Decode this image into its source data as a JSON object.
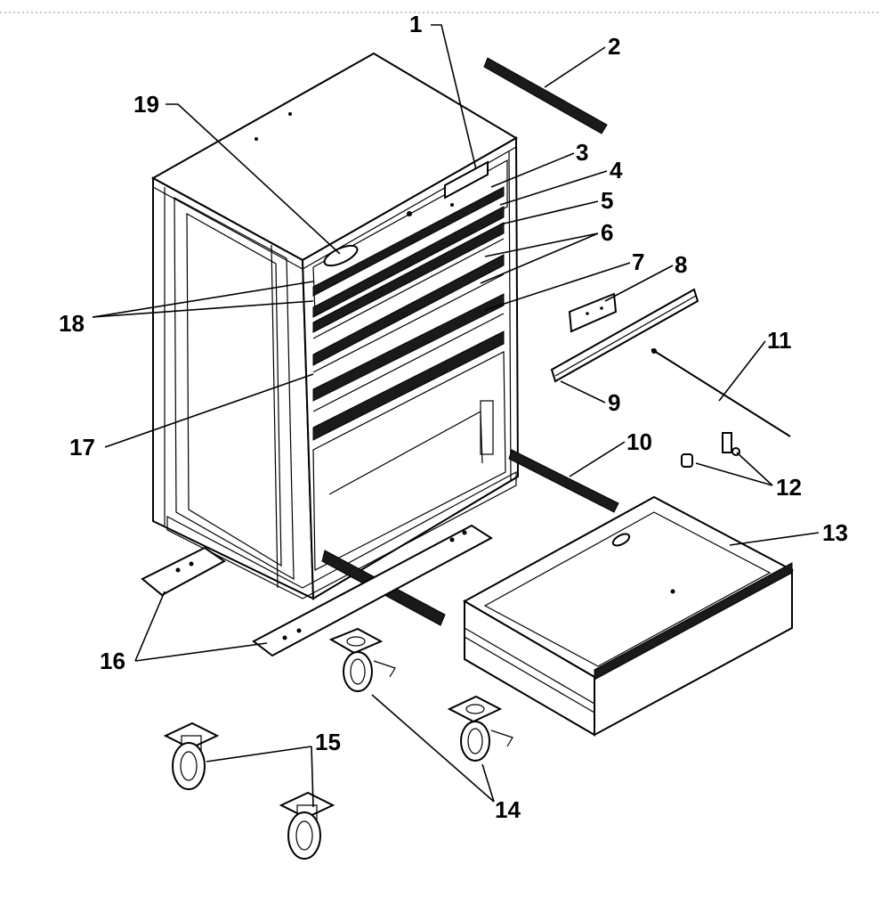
{
  "diagram": {
    "callouts": [
      {
        "id": "1",
        "text": "1"
      },
      {
        "id": "2",
        "text": "2"
      },
      {
        "id": "3",
        "text": "3"
      },
      {
        "id": "4",
        "text": "4"
      },
      {
        "id": "5",
        "text": "5"
      },
      {
        "id": "6",
        "text": "6"
      },
      {
        "id": "7",
        "text": "7"
      },
      {
        "id": "8",
        "text": "8"
      },
      {
        "id": "9",
        "text": "9"
      },
      {
        "id": "10",
        "text": "10"
      },
      {
        "id": "11",
        "text": "11"
      },
      {
        "id": "12",
        "text": "12"
      },
      {
        "id": "13",
        "text": "13"
      },
      {
        "id": "14",
        "text": "14"
      },
      {
        "id": "15",
        "text": "15"
      },
      {
        "id": "16",
        "text": "16"
      },
      {
        "id": "17",
        "text": "17"
      },
      {
        "id": "18",
        "text": "18"
      },
      {
        "id": "19",
        "text": "19"
      }
    ]
  }
}
